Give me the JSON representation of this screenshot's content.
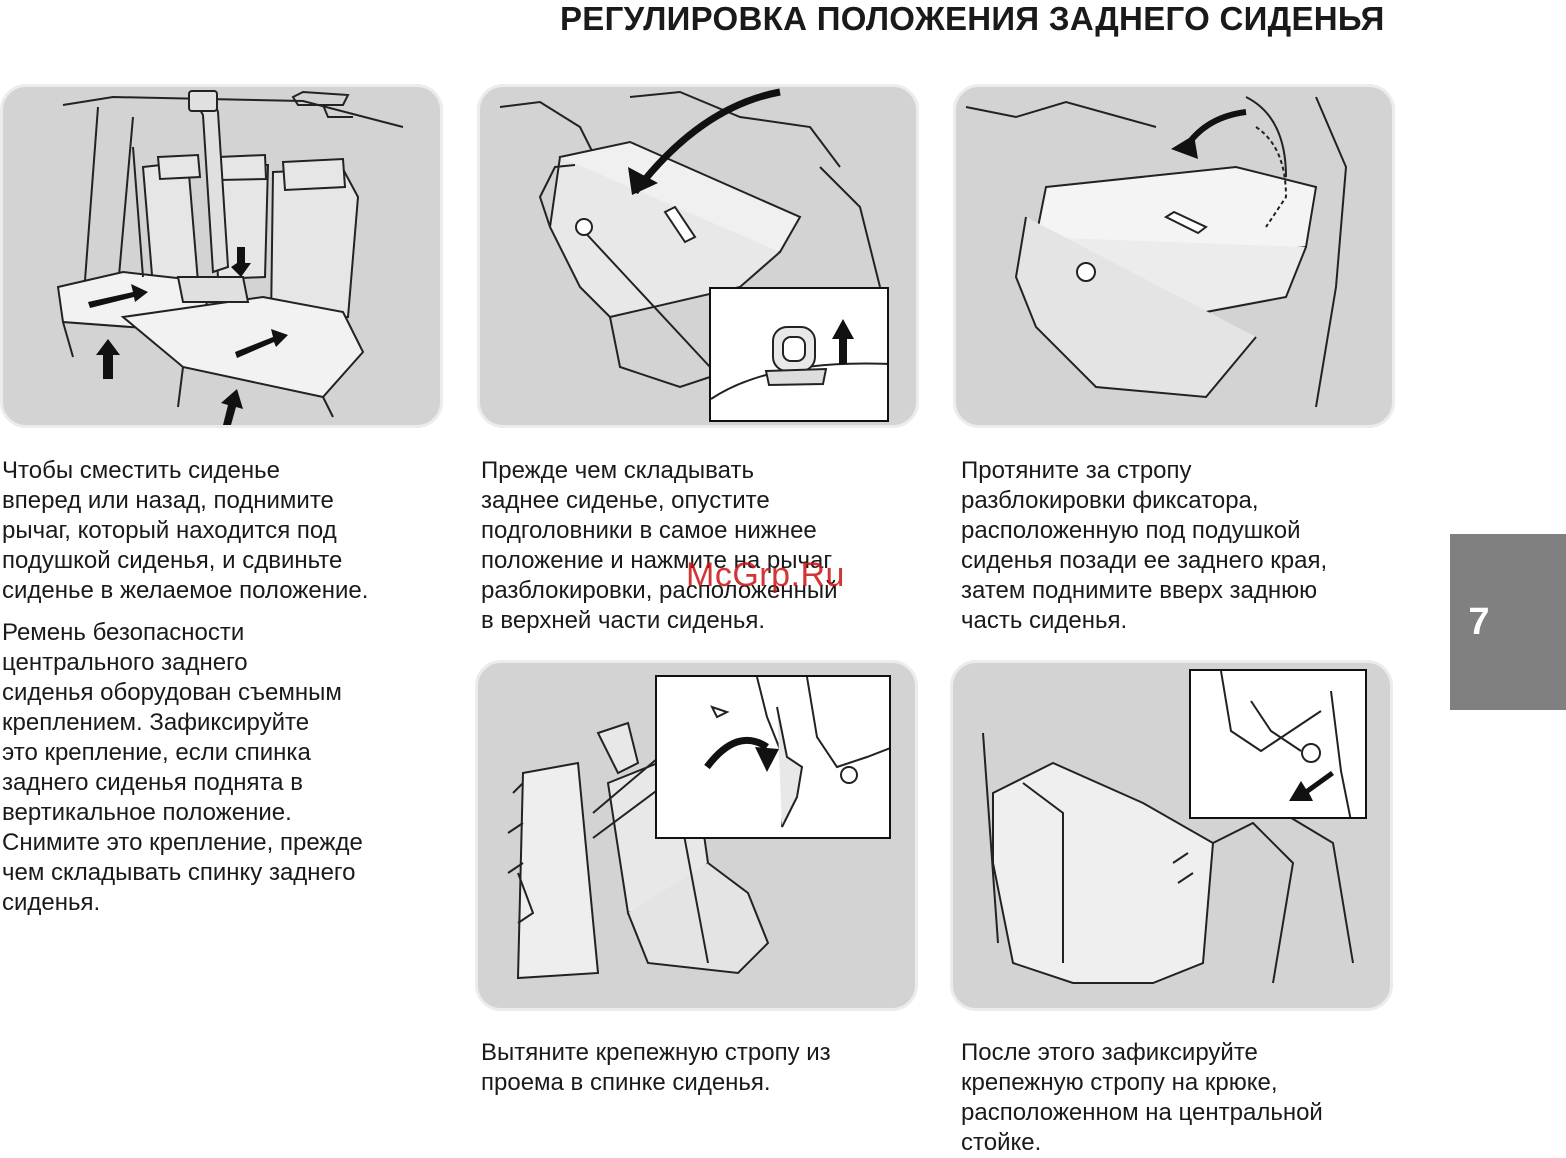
{
  "page": {
    "title": "РЕГУЛИРОВКА ПОЛОЖЕНИЯ ЗАДНЕГО СИДЕНЬЯ",
    "section_number": "7",
    "watermark": "McGrp.Ru"
  },
  "captions": {
    "panel1": [
      "Чтобы сместить сиденье\nвперед или назад, поднимите\nрычаг, который находится под\nподушкой сиденья, и сдвиньте\nсиденье в желаемое положение.",
      "Ремень безопасности\nцентрального заднего\nсиденья оборудован съемным\nкреплением. Зафиксируйте\nэто крепление, если спинка\nзаднего сиденья поднята в\nвертикальное положение.\nСнимите это крепление, прежде\nчем складывать спинку заднего\nсиденья."
    ],
    "panel2": "Прежде чем складывать\nзаднее сиденье, опустите\nподголовники в самое нижнее\nположение и нажмите на рычаг\nразблокировки, расположенный\nв верхней части сиденья.",
    "panel3": "Протяните за стропу\nразблокировки фиксатора,\nрасположенную под подушкой\nсиденья позади ее заднего края,\nзатем поднимите вверх заднюю\nчасть сиденья.",
    "panel4": "Вытяните крепежную стропу из\nпроема в спинке сиденья.",
    "panel5": "После этого зафиксируйте\nкрепежную стропу на крюке,\nрасположенном на центральной\nстойке."
  },
  "colors": {
    "panel_bg": "#d3d3d3",
    "tab_bg": "#808080",
    "watermark": "#cc1111"
  }
}
